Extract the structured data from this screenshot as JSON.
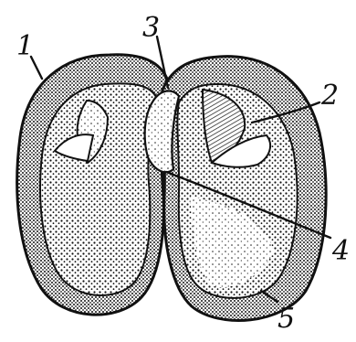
{
  "diagram": {
    "labels": {
      "n1": "1",
      "n2": "2",
      "n3": "3",
      "n4": "4",
      "n5": "5"
    },
    "colors": {
      "ink": "#111111",
      "paper": "#ffffff"
    }
  }
}
